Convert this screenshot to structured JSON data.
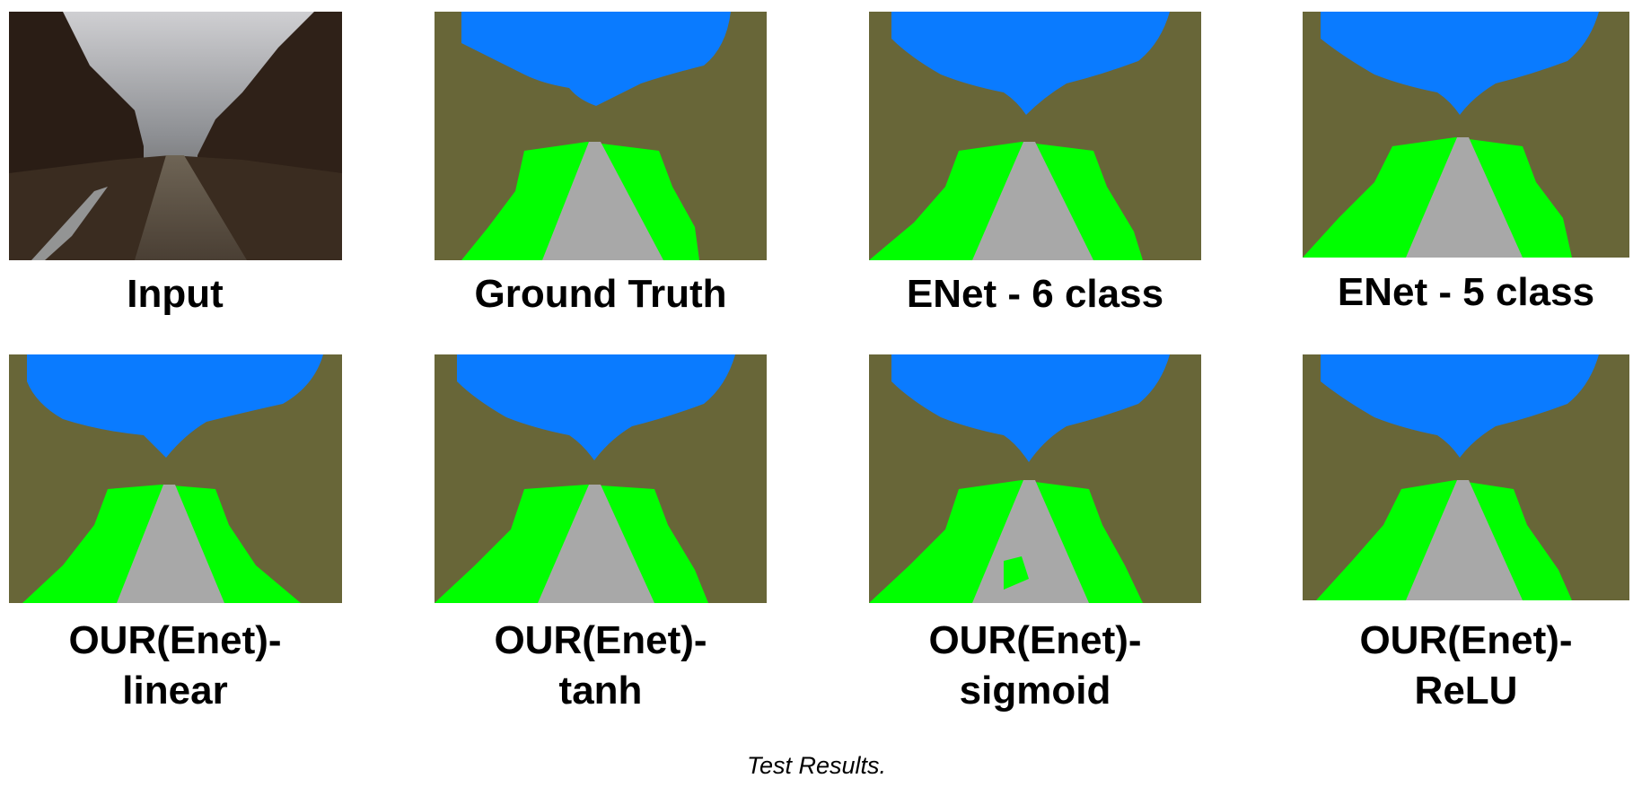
{
  "figure": {
    "panels": [
      {
        "label": "Input",
        "kind": "photo"
      },
      {
        "label": "Ground Truth",
        "kind": "seg"
      },
      {
        "label": "ENet - 6 class",
        "kind": "seg"
      },
      {
        "label": "ENet - 5 class",
        "kind": "seg"
      },
      {
        "label": "OUR(Enet)-",
        "label2": "linear",
        "kind": "seg"
      },
      {
        "label": "OUR(Enet)-",
        "label2": "tanh",
        "kind": "seg"
      },
      {
        "label": "OUR(Enet)-",
        "label2": "sigmoid",
        "kind": "seg"
      },
      {
        "label": "OUR(Enet)-",
        "label2": "ReLU",
        "kind": "seg"
      }
    ],
    "caption": "Test Results.",
    "colors": {
      "sky": "#0a7bff",
      "vegetation": "#686638",
      "grass": "#00ff00",
      "road": "#a8a8a8"
    }
  }
}
